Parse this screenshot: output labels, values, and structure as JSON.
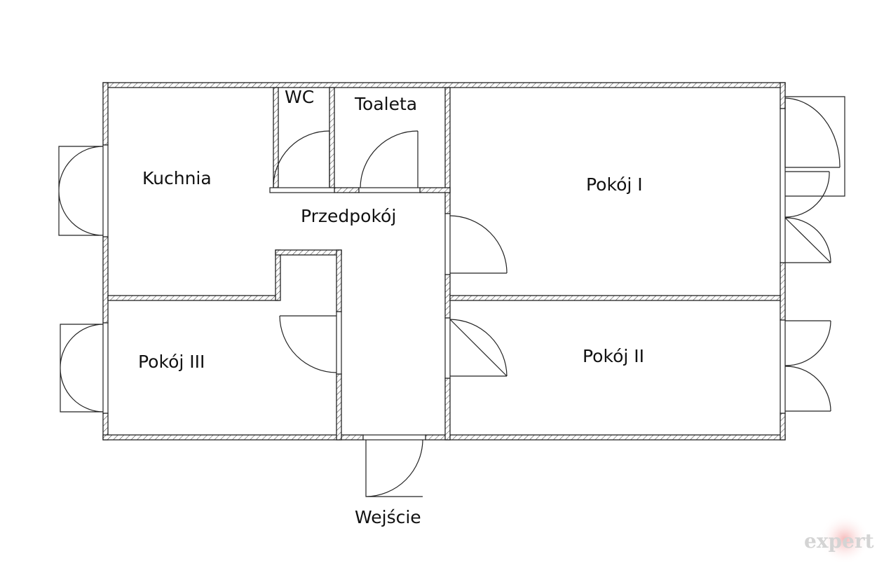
{
  "rooms": {
    "kitchen": "Kuchnia",
    "wc": "WC",
    "toilet": "Toaleta",
    "hallway": "Przedpokój",
    "room1": "Pokój I",
    "room2": "Pokój II",
    "room3": "Pokój III",
    "entrance": "Wejście"
  },
  "watermark": "expert"
}
